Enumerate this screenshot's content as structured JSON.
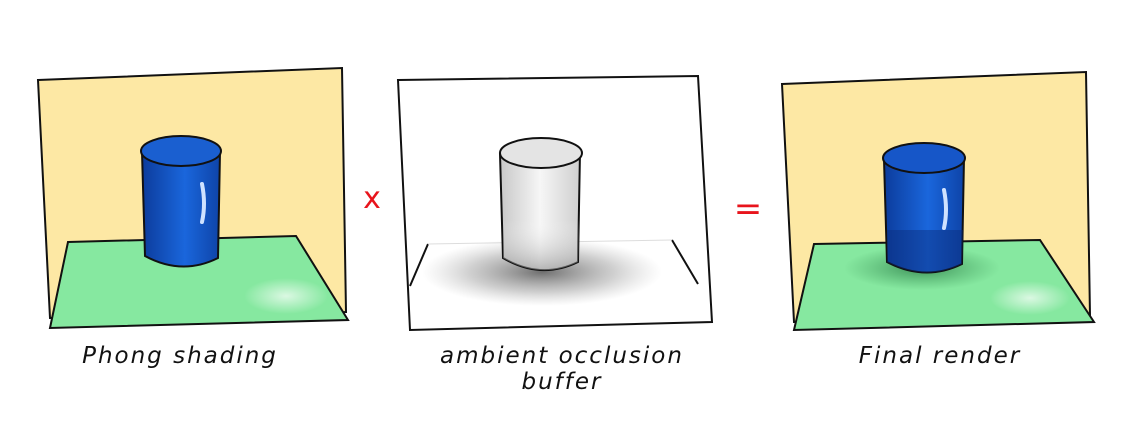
{
  "panels": [
    {
      "id": "phong",
      "caption": "Phong shading",
      "wall": "#fde8a4",
      "floor": "#86e8a0",
      "cylinder": "#1656c8"
    },
    {
      "id": "ao",
      "caption": "ambient occlusion buffer",
      "wall": "#ffffff",
      "floor": "#ffffff",
      "cylinder": "#efefef"
    },
    {
      "id": "final",
      "caption": "Final render",
      "wall": "#fde8a4",
      "floor": "#86e8a0",
      "cylinder": "#1656c8"
    }
  ],
  "operators": {
    "multiply": "x",
    "equals": "="
  },
  "colors": {
    "operator": "#e8141c",
    "outline": "#111111"
  }
}
